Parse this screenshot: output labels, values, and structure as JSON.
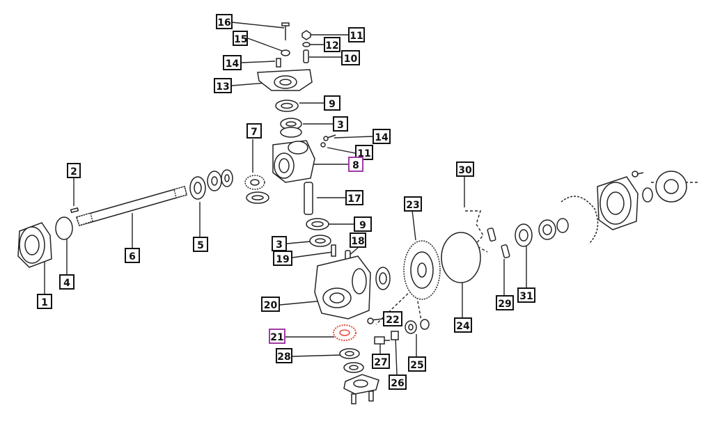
{
  "diagram": {
    "highlight_color": "#a13aa6",
    "part_accent_color": "#e84a3a",
    "callouts": [
      {
        "id": "c16",
        "label": "16",
        "highlighted": false
      },
      {
        "id": "c15",
        "label": "15",
        "highlighted": false
      },
      {
        "id": "c11a",
        "label": "11",
        "highlighted": false
      },
      {
        "id": "c12",
        "label": "12",
        "highlighted": false
      },
      {
        "id": "c14a",
        "label": "14",
        "highlighted": false
      },
      {
        "id": "c10",
        "label": "10",
        "highlighted": false
      },
      {
        "id": "c13",
        "label": "13",
        "highlighted": false
      },
      {
        "id": "c9a",
        "label": "9",
        "highlighted": false
      },
      {
        "id": "c7",
        "label": "7",
        "highlighted": false
      },
      {
        "id": "c3a",
        "label": "3",
        "highlighted": false
      },
      {
        "id": "c14b",
        "label": "14",
        "highlighted": false
      },
      {
        "id": "c11b",
        "label": "11",
        "highlighted": false
      },
      {
        "id": "c8",
        "label": "8",
        "highlighted": true
      },
      {
        "id": "c2",
        "label": "2",
        "highlighted": false
      },
      {
        "id": "c30",
        "label": "30",
        "highlighted": false
      },
      {
        "id": "c17",
        "label": "17",
        "highlighted": false
      },
      {
        "id": "c23",
        "label": "23",
        "highlighted": false
      },
      {
        "id": "c9b",
        "label": "9",
        "highlighted": false
      },
      {
        "id": "c5",
        "label": "5",
        "highlighted": false
      },
      {
        "id": "c6",
        "label": "6",
        "highlighted": false
      },
      {
        "id": "c3b",
        "label": "3",
        "highlighted": false
      },
      {
        "id": "c18",
        "label": "18",
        "highlighted": false
      },
      {
        "id": "c19",
        "label": "19",
        "highlighted": false
      },
      {
        "id": "c4",
        "label": "4",
        "highlighted": false
      },
      {
        "id": "c1",
        "label": "1",
        "highlighted": false
      },
      {
        "id": "c20",
        "label": "20",
        "highlighted": false
      },
      {
        "id": "c22",
        "label": "22",
        "highlighted": false
      },
      {
        "id": "c29",
        "label": "29",
        "highlighted": false
      },
      {
        "id": "c31",
        "label": "31",
        "highlighted": false
      },
      {
        "id": "c24",
        "label": "24",
        "highlighted": false
      },
      {
        "id": "c21",
        "label": "21",
        "highlighted": true
      },
      {
        "id": "c28",
        "label": "28",
        "highlighted": false
      },
      {
        "id": "c27",
        "label": "27",
        "highlighted": false
      },
      {
        "id": "c25",
        "label": "25",
        "highlighted": false
      },
      {
        "id": "c26",
        "label": "26",
        "highlighted": false
      }
    ]
  }
}
